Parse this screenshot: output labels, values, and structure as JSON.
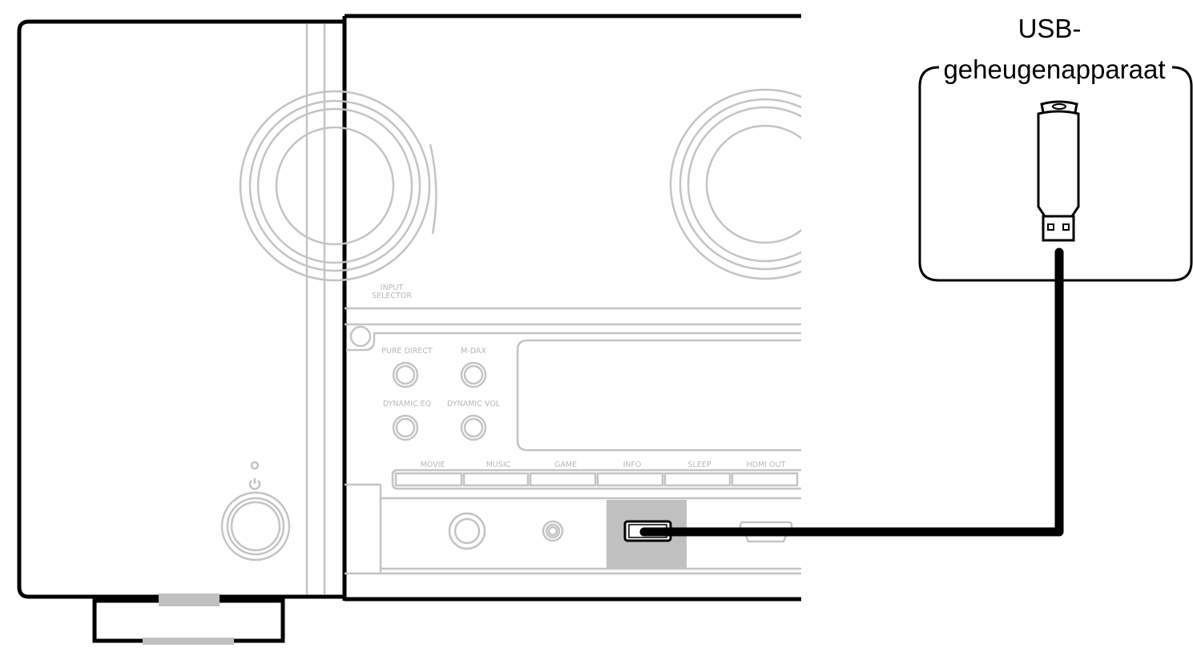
{
  "callout": {
    "line1": "USB-",
    "line2": "geheugenapparaat"
  },
  "receiver": {
    "knob_label_line1": "INPUT",
    "knob_label_line2": "SELECTOR",
    "buttons_top": [
      "PURE DIRECT",
      "M-DAX"
    ],
    "buttons_bottom": [
      "DYNAMIC EQ",
      "DYNAMIC VOL"
    ],
    "bar_buttons": [
      "MOVIE",
      "MUSIC",
      "GAME",
      "INFO",
      "SLEEP",
      "HDMI OUT"
    ]
  },
  "colors": {
    "outline": "#000000",
    "device_lines": "#c4c4c4",
    "highlight": "#c0c0c0"
  }
}
